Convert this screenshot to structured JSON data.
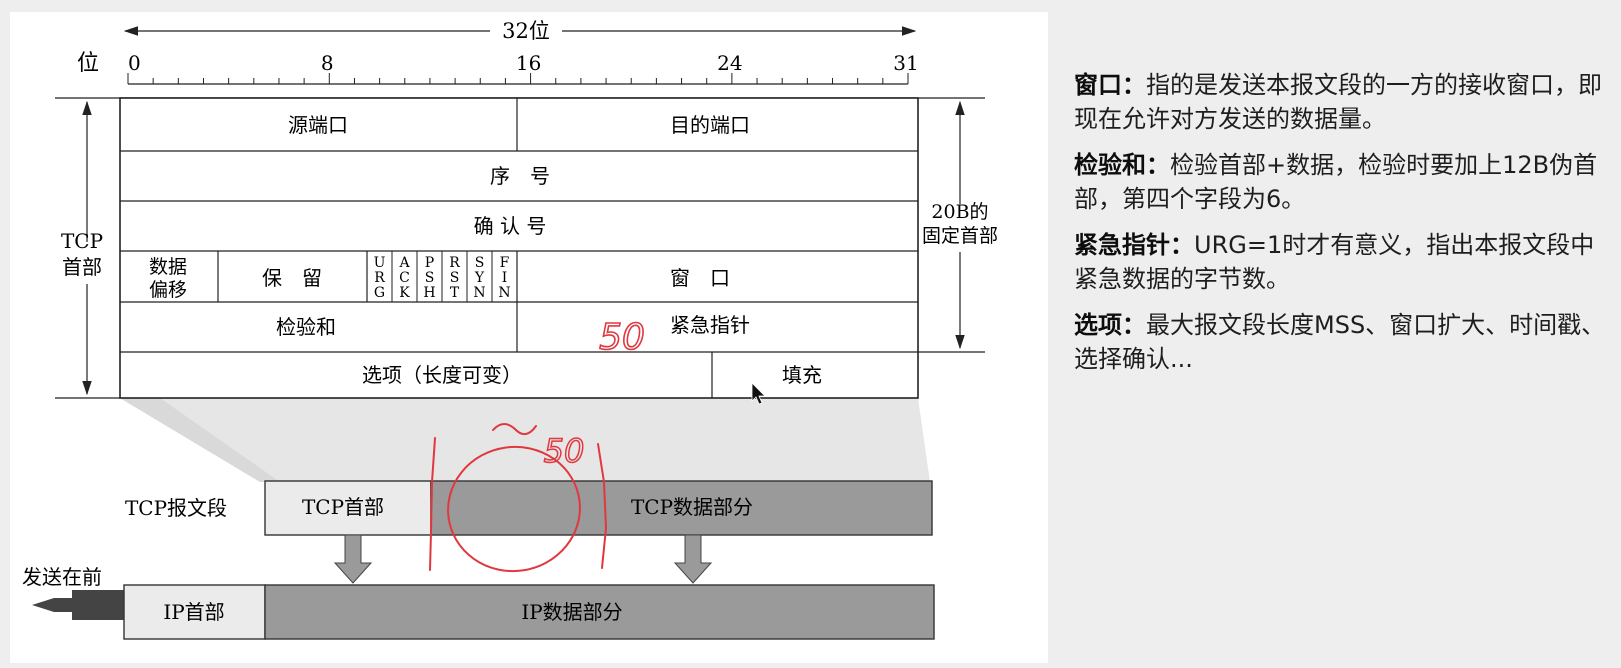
{
  "header": {
    "width_label": "32位",
    "bit_label": "位",
    "bit_ticks": [
      "0",
      "8",
      "16",
      "24",
      "31"
    ]
  },
  "side": {
    "tcp_header": [
      "TCP",
      "首部"
    ],
    "fixed_header": [
      "20B的",
      "固定首部"
    ]
  },
  "fields": {
    "src_port": "源端口",
    "dst_port": "目的端口",
    "seq": "序　号",
    "ack_num": "确 认 号",
    "data_offset": [
      "数据",
      "偏移"
    ],
    "reserved": "保　留",
    "flags": [
      [
        "U",
        "R",
        "G"
      ],
      [
        "A",
        "C",
        "K"
      ],
      [
        "P",
        "S",
        "H"
      ],
      [
        "R",
        "S",
        "T"
      ],
      [
        "S",
        "Y",
        "N"
      ],
      [
        "F",
        "I",
        "N"
      ]
    ],
    "window": "窗　口",
    "checksum": "检验和",
    "urgent_ptr": "紧急指针",
    "options": "选项（长度可变）",
    "padding": "填充"
  },
  "segment": {
    "label": "TCP报文段",
    "header": "TCP首部",
    "data": "TCP数据部分"
  },
  "ip": {
    "send_first": "发送在前",
    "header": "IP首部",
    "data": "IP数据部分"
  },
  "handwriting": {
    "near_urgent": "50",
    "above_circle": "50"
  },
  "notes": [
    {
      "term": "窗口：",
      "text": "指的是发送本报文段的一方的接收窗口，即现在允许对方发送的数据量。"
    },
    {
      "term": "检验和：",
      "text": "检验首部+数据，检验时要加上12B伪首部，第四个字段为6。"
    },
    {
      "term": "紧急指针：",
      "text": "URG=1时才有意义，指出本报文段中紧急数据的字节数。"
    },
    {
      "term": "选项：",
      "text": "最大报文段长度MSS、窗口扩大、时间戳、选择确认..."
    }
  ],
  "colors": {
    "header_fill": "#ebebeb",
    "data_fill": "#9a9a9a",
    "ink_red": "#e0383f"
  }
}
